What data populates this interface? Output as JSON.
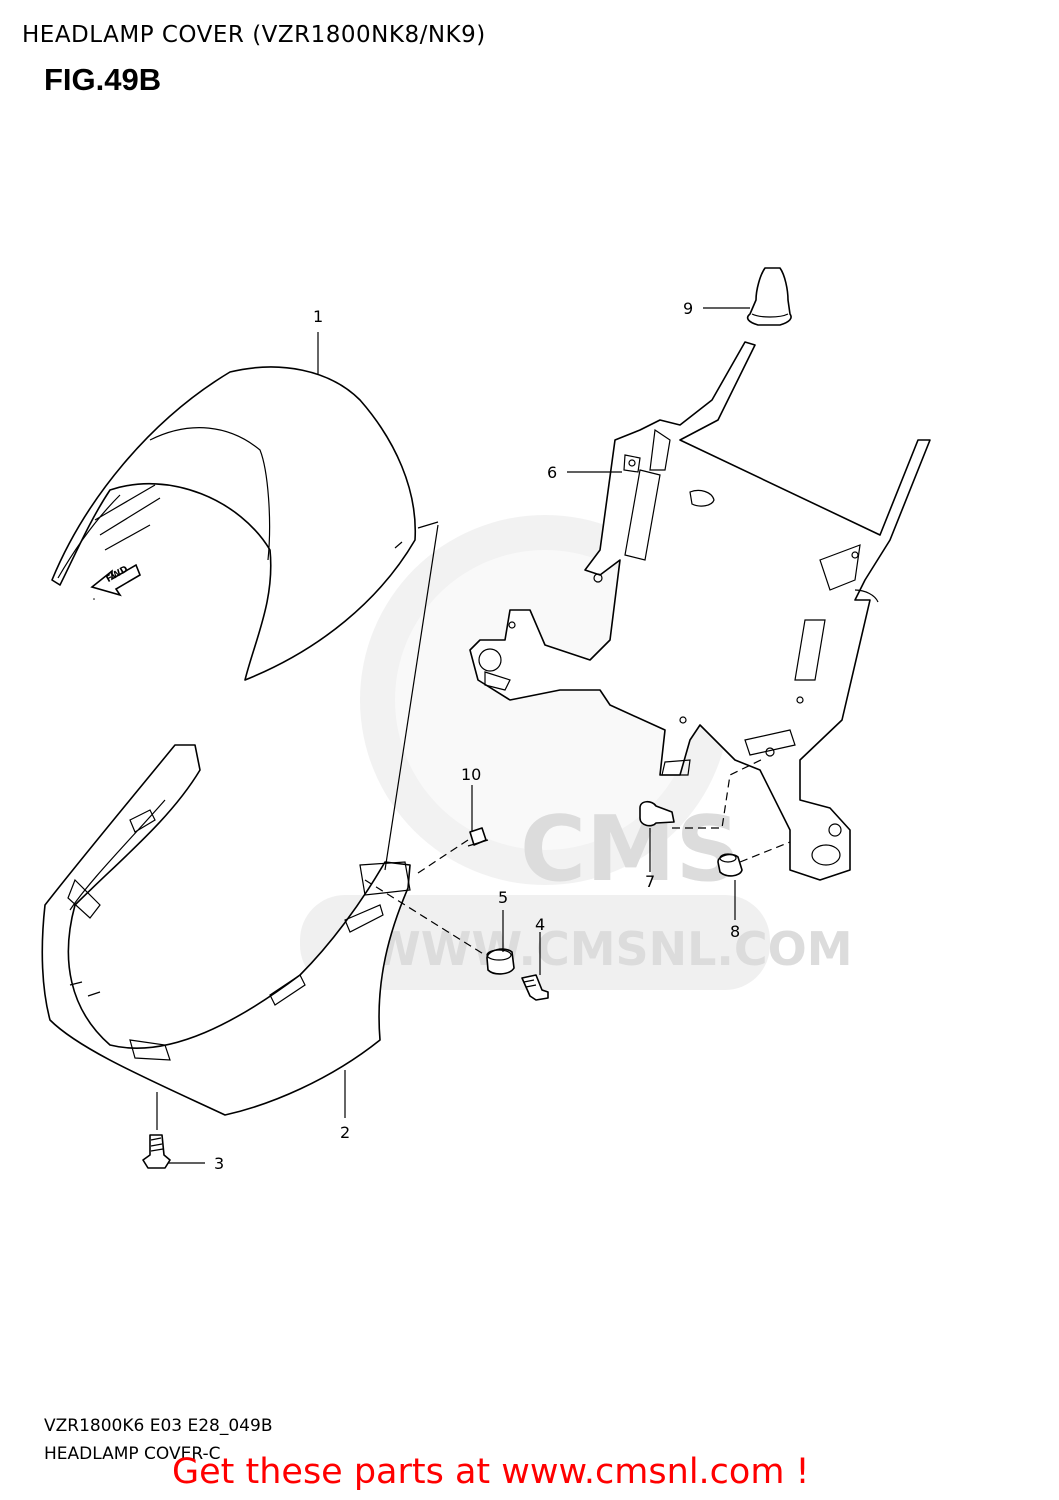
{
  "header": {
    "title": "HEADLAMP COVER (VZR1800NK8/NK9)",
    "figure": "FIG.49B"
  },
  "callouts": [
    {
      "number": "1"
    },
    {
      "number": "2"
    },
    {
      "number": "3"
    },
    {
      "number": "4"
    },
    {
      "number": "5"
    },
    {
      "number": "6"
    },
    {
      "number": "7"
    },
    {
      "number": "8"
    },
    {
      "number": "9"
    },
    {
      "number": "10"
    }
  ],
  "direction_marker": {
    "label": "FWD",
    "icon": "fwd-arrow-icon"
  },
  "watermark": {
    "brand": "CMS",
    "url": "WWW.CMSNL.COM"
  },
  "footer": {
    "code": "VZR1800K6 E03 E28_049B",
    "name": "HEADLAMP COVER-C",
    "promo": "Get these parts at www.cmsnl.com !",
    "promo_color": "#ff0000"
  }
}
